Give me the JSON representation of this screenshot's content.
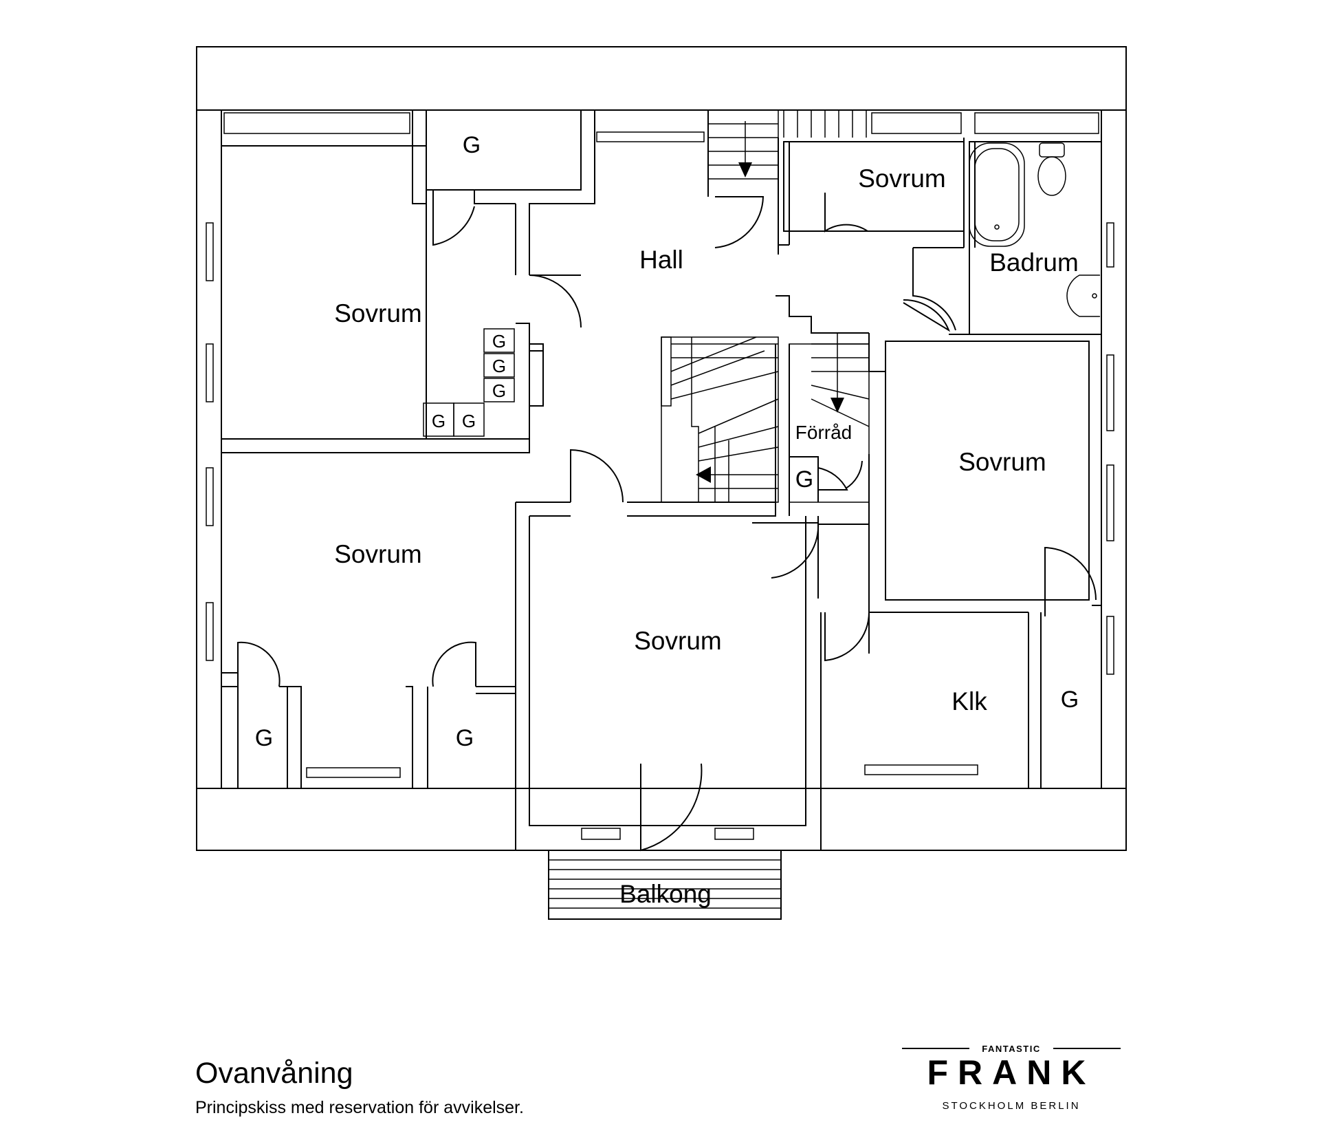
{
  "floor_plan": {
    "rooms": {
      "sovrum_nw": "Sovrum",
      "sovrum_w": "Sovrum",
      "sovrum_top": "Sovrum",
      "sovrum_center": "Sovrum",
      "sovrum_e": "Sovrum",
      "hall": "Hall",
      "badrum": "Badrum",
      "forrad": "Förråd",
      "klk": "Klk",
      "balkong": "Balkong"
    },
    "closets": {
      "g_top": "G",
      "g_stack1": "G",
      "g_stack2": "G",
      "g_stack3": "G",
      "g_row1": "G",
      "g_row2": "G",
      "g_sw_left": "G",
      "g_sw_right": "G",
      "g_forrad": "G",
      "g_east": "G"
    }
  },
  "footer": {
    "title": "Ovanvåning",
    "subtitle": "Principskiss med reservation för avvikelser."
  },
  "logo": {
    "top": "FANTASTIC",
    "main": "FRANK",
    "bottom": "STOCKHOLM  BERLIN"
  }
}
